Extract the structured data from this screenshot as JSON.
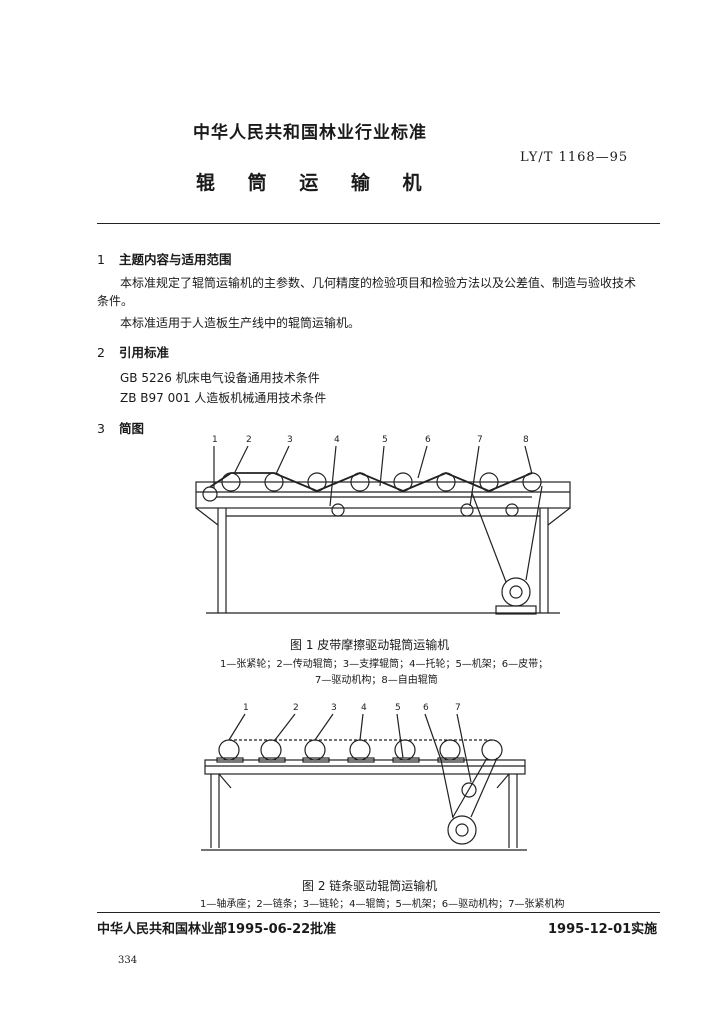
{
  "header": {
    "org_title": "中华人民共和国林业行业标准",
    "std_code": "LY/T 1168—95",
    "doc_title": "辊 筒 运 输 机"
  },
  "sections": [
    {
      "num": "1",
      "title": "主题内容与适用范围",
      "para1_line1": "本标准规定了辊筒运输机的主参数、几何精度的检验项目和检验方法以及公差值、制造与验收技术",
      "para1_line2": "条件。",
      "para2": "本标准适用于人造板生产线中的辊筒运输机。"
    },
    {
      "num": "2",
      "title": "引用标准",
      "refs": [
        "GB 5226  机床电气设备通用技术条件",
        "ZB B97 001  人造板机械通用技术条件"
      ]
    },
    {
      "num": "3",
      "title": "简图"
    }
  ],
  "figure1": {
    "labels": [
      "1",
      "2",
      "3",
      "4",
      "5",
      "6",
      "7",
      "8"
    ],
    "caption": "图 1  皮带摩擦驱动辊筒运输机",
    "legend_line1": "1—张紧轮；2—传动辊筒；3—支撑辊筒；4—托轮；5—机架；6—皮带；",
    "legend_line2": "7—驱动机构；8—自由辊筒"
  },
  "figure2": {
    "labels": [
      "1",
      "2",
      "3",
      "4",
      "5",
      "6",
      "7"
    ],
    "caption": "图 2  链条驱动辊筒运输机",
    "legend": "1—轴承座；2—链条；3—链轮；4—辊筒；5—机架；6—驱动机构；7—张紧机构"
  },
  "footer": {
    "issuer": "中华人民共和国林业部1995-06-22批准",
    "effective": "1995-12-01实施",
    "page": "334"
  }
}
